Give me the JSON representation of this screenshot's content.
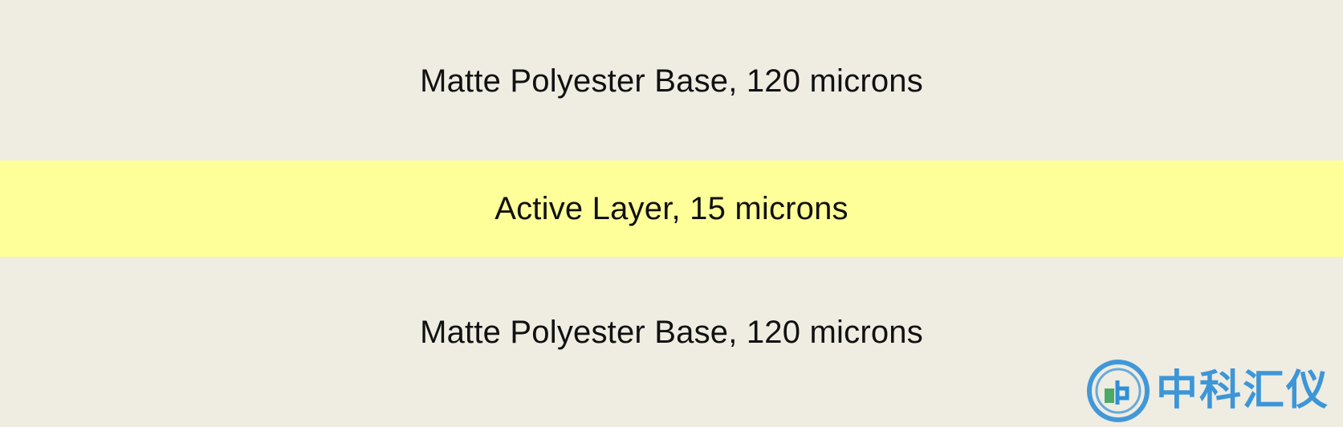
{
  "layers": [
    {
      "label": "Matte Polyester Base, 120 microns",
      "color": "#efece2"
    },
    {
      "label": "Active Layer, 15 microns",
      "color": "#ffff99"
    },
    {
      "label": "Matte Polyester Base, 120 microns",
      "color": "#efece2"
    }
  ],
  "watermark": {
    "text": "中科汇仪",
    "color": "#2d8fd8",
    "accent_color": "#3aa35a",
    "icon": "brand-logo-icon"
  }
}
